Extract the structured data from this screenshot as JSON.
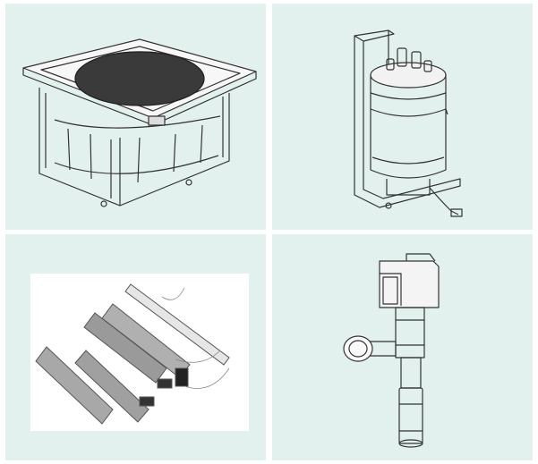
{
  "colors": {
    "tile_background": "#e3f1ee",
    "page_background": "#ffffff",
    "line_art": "#333333"
  },
  "tiles": [
    {
      "name": "fan-unit",
      "illustration": "centrifugal-fan-assembly-icon"
    },
    {
      "name": "humidifier-cylinder",
      "illustration": "steam-humidifier-cylinder-icon"
    },
    {
      "name": "electric-heaters",
      "illustration": "electric-heater-elements-icon"
    },
    {
      "name": "expansion-valve",
      "illustration": "electronic-expansion-valve-icon"
    }
  ]
}
